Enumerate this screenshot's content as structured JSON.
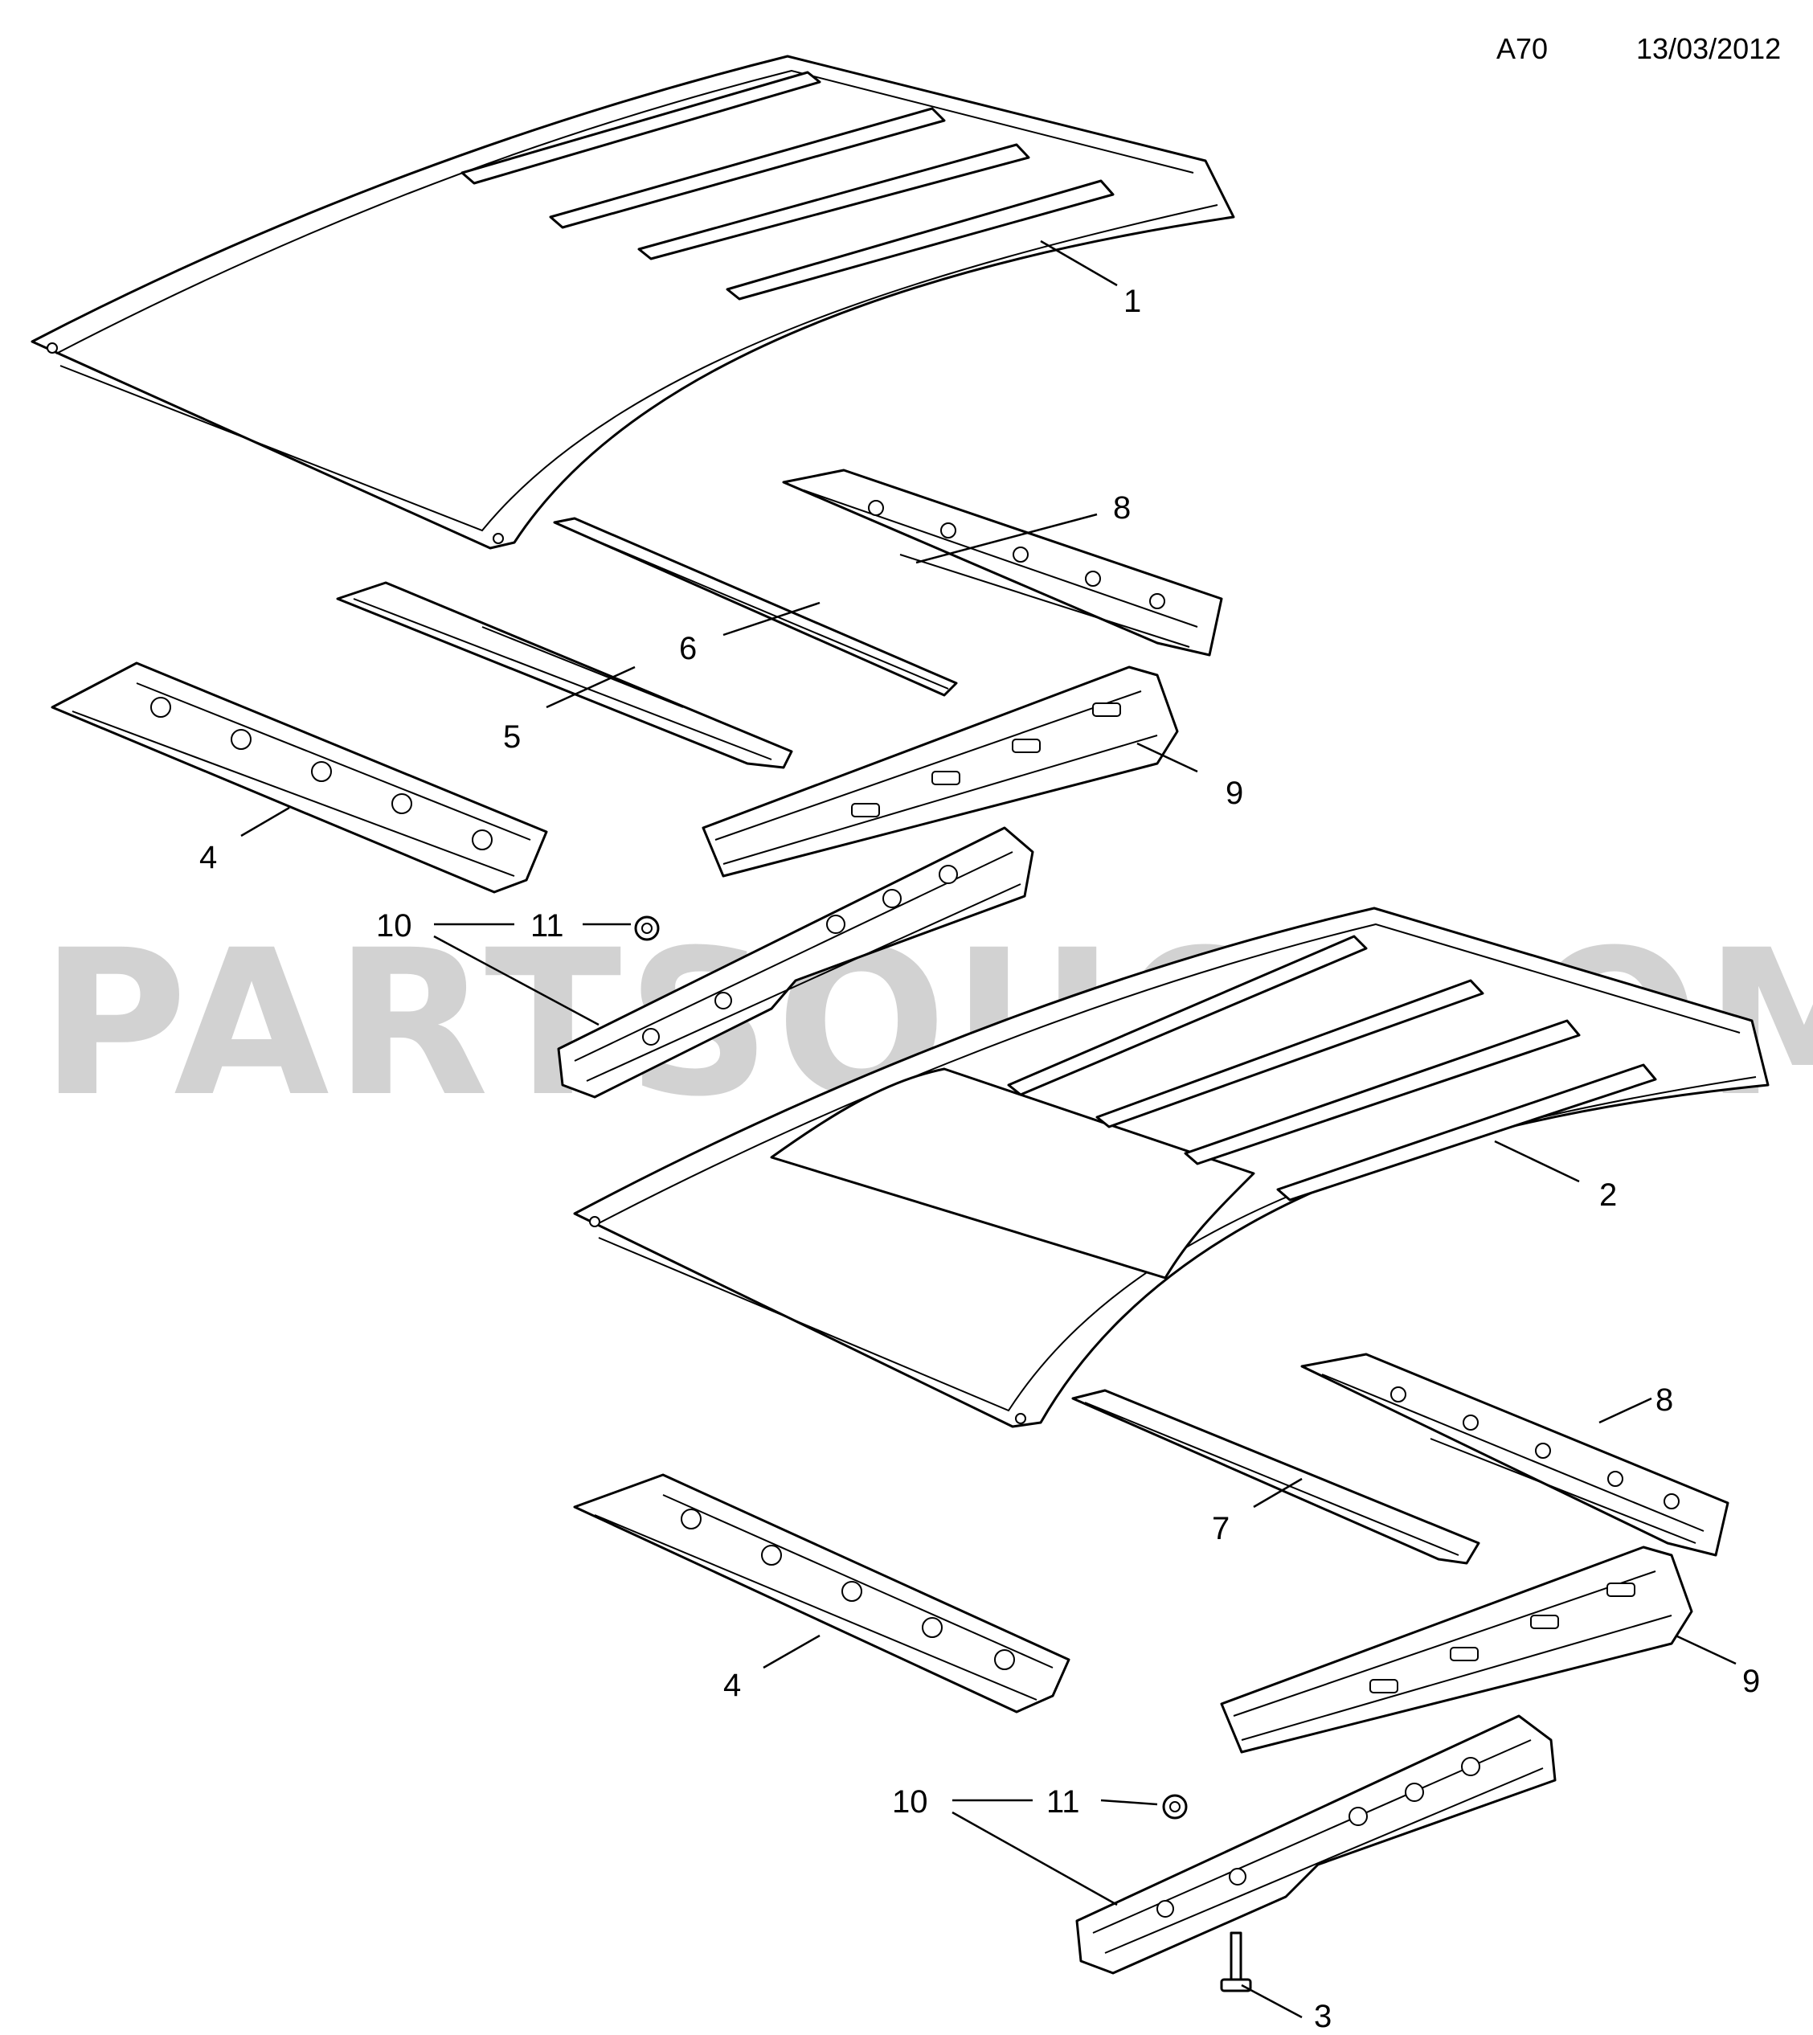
{
  "header": {
    "code": "A70",
    "date": "13/03/2012"
  },
  "watermark": "PARTSOUQ.COM",
  "callouts": [
    "1",
    "2",
    "3",
    "4",
    "5",
    "6",
    "7",
    "8",
    "9",
    "10",
    "11"
  ]
}
